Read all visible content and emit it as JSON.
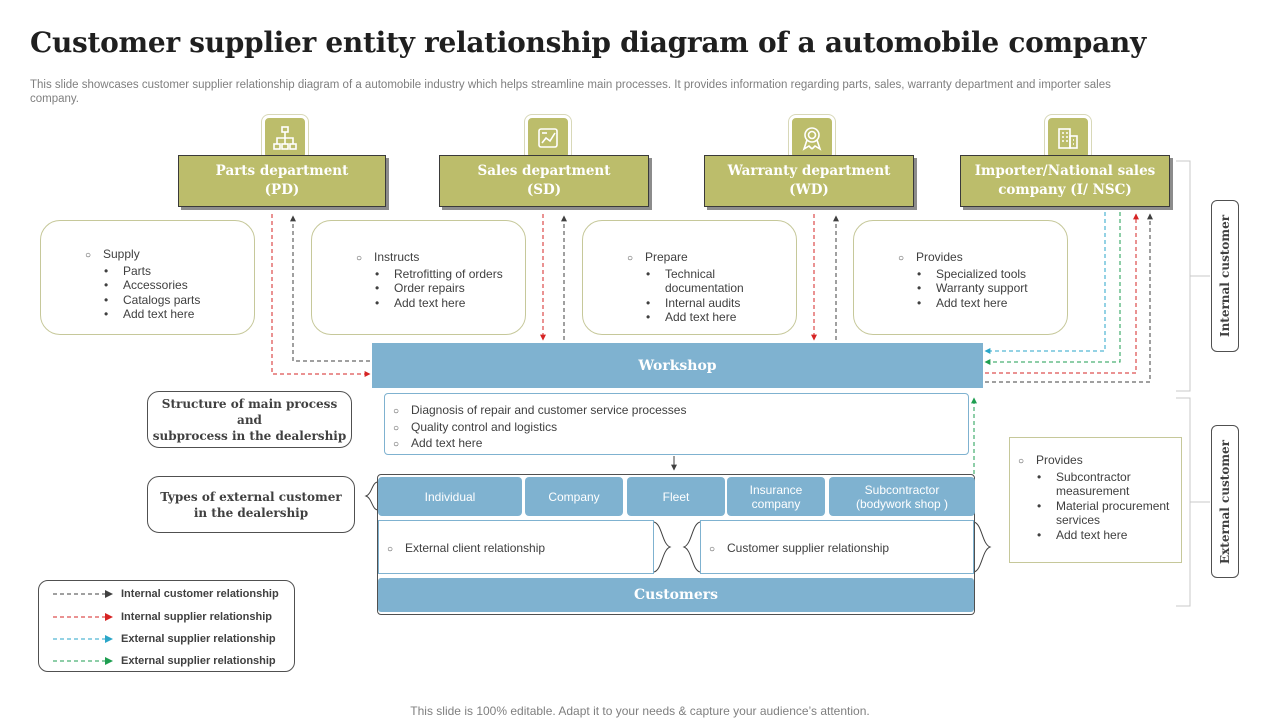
{
  "title": "Customer supplier entity relationship diagram of a automobile company",
  "subtitle": "This slide showcases customer supplier relationship diagram of a automobile industry which helps streamline main processes. It provides information regarding parts, sales, warranty department and importer sales company.",
  "departments": [
    {
      "line1": "Parts department",
      "line2": "(PD)",
      "icon": "org-chart-icon"
    },
    {
      "line1": "Sales department",
      "line2": "(SD)",
      "icon": "sales-chart-icon"
    },
    {
      "line1": "Warranty department",
      "line2": "(WD)",
      "icon": "award-ribbon-icon"
    },
    {
      "line1": "Importer/National sales",
      "line2": "company (I/ NSC)",
      "icon": "building-icon"
    }
  ],
  "dept_boxes": [
    {
      "head": "Supply",
      "items": [
        "Parts",
        "Accessories",
        "Catalogs parts",
        "Add text here"
      ]
    },
    {
      "head": "Instructs",
      "items": [
        "Retrofitting of orders",
        "Order repairs",
        "Add text here"
      ]
    },
    {
      "head": "Prepare",
      "items": [
        "Technical documentation",
        "Internal audits",
        "Add text here"
      ]
    },
    {
      "head": "Provides",
      "items": [
        "Specialized tools",
        "Warranty support",
        "Add text here"
      ]
    }
  ],
  "workshop": {
    "label": "Workshop",
    "items": [
      "Diagnosis of repair and customer service processes",
      "Quality control  and logistics",
      "Add text here"
    ]
  },
  "structure_label": {
    "line1": "Structure of main process  and",
    "line2": "subprocess  in the dealership"
  },
  "types_label": {
    "line1": "Types of external customer",
    "line2": "in the dealership"
  },
  "customer_types": [
    {
      "line1": "Individual",
      "line2": ""
    },
    {
      "line1": "Company",
      "line2": ""
    },
    {
      "line1": "Fleet",
      "line2": ""
    },
    {
      "line1": "Insurance",
      "line2": "company"
    },
    {
      "line1": "Subcontractor",
      "line2": "(bodywork shop )"
    }
  ],
  "relationships": [
    "External client relationship",
    "Customer supplier relationship"
  ],
  "customers_label": "Customers",
  "external_box": {
    "head": "Provides",
    "items": [
      "Subcontractor measurement",
      "Material procurement services",
      "Add text here"
    ]
  },
  "side_labels": {
    "internal": "Internal customer",
    "external": "External customer"
  },
  "legend": [
    {
      "label": "Internal customer relationship",
      "color": "#404040"
    },
    {
      "label": "Internal supplier relationship",
      "color": "#d62424"
    },
    {
      "label": "External supplier relationship",
      "color": "#2aa6c8"
    },
    {
      "label": "External supplier relationship",
      "color": "#1e9e50"
    }
  ],
  "footer": "This slide is 100% editable. Adapt it to your needs & capture your audience’s attention."
}
